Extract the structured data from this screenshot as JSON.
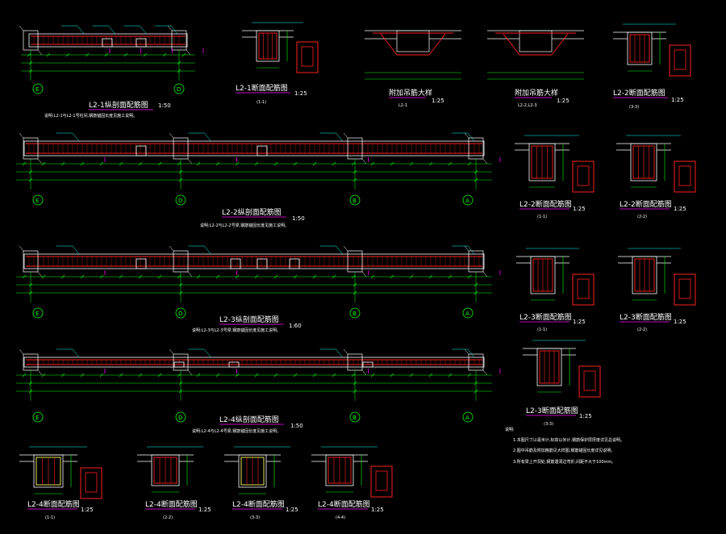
{
  "colors": {
    "background": "#000000",
    "outline": "#ffffff",
    "rebar": "#ff2020",
    "dimension": "#00ff00",
    "leader": "#00ffff",
    "accent": "#ff00ff",
    "yellow": "#ffff66"
  },
  "beams": [
    {
      "id": "L2-1",
      "title": "L2-1纵剖面配筋图",
      "scale": "1:50",
      "note": "说明:L2-1与L2-1号柱间,钢筋锚固长度见施工说明。",
      "axes": [
        "E",
        "D"
      ]
    },
    {
      "id": "L2-2",
      "title": "L2-2纵剖面配筋图",
      "scale": "1:50",
      "note": "说明:L2-2与L2-2号梁,钢筋锚固长度见施工说明。",
      "axes": [
        "E",
        "D",
        "B",
        "A"
      ]
    },
    {
      "id": "L2-3",
      "title": "L2-3纵剖面配筋图",
      "scale": "1:60",
      "note": "说明:L2-3与L2-3号梁,钢筋锚固长度见施工说明。",
      "axes": [
        "E",
        "D",
        "B",
        "A"
      ]
    },
    {
      "id": "L2-4",
      "title": "L2-4纵剖面配筋图",
      "scale": "1:50",
      "note": "说明:L2-4与L2-4号梁,钢筋锚固长度见施工说明。",
      "axes": [
        "E",
        "D",
        "B",
        "A"
      ]
    }
  ],
  "sections": [
    {
      "title": "L2-1断面配筋图",
      "sub": "(1-1)",
      "scale": "1:25"
    },
    {
      "title": "附加吊筋大样",
      "sub": "L2-1",
      "scale": "1:25"
    },
    {
      "title": "附加吊筋大样",
      "sub": "L2-2,L2-3",
      "scale": "1:25"
    },
    {
      "title": "L2-2断面配筋图",
      "sub": "(3-3)",
      "scale": "1:25"
    },
    {
      "title": "L2-2断面配筋图",
      "sub": "(1-1)",
      "scale": "1:25"
    },
    {
      "title": "L2-2断面配筋图",
      "sub": "(2-2)",
      "scale": "1:25"
    },
    {
      "title": "L2-3断面配筋图",
      "sub": "(1-1)",
      "scale": "1:25"
    },
    {
      "title": "L2-3断面配筋图",
      "sub": "(2-2)",
      "scale": "1:25"
    },
    {
      "title": "L2-3断面配筋图",
      "sub": "(3-3)",
      "scale": "1:25"
    },
    {
      "title": "L2-4断面配筋图",
      "sub": "(1-1)",
      "scale": "1:25"
    },
    {
      "title": "L2-4断面配筋图",
      "sub": "(2-2)",
      "scale": "1:25"
    },
    {
      "title": "L2-4断面配筋图",
      "sub": "(3-3)",
      "scale": "1:25"
    },
    {
      "title": "L2-4断面配筋图",
      "sub": "(4-4)",
      "scale": "1:25"
    }
  ],
  "notes": {
    "heading": "说明:",
    "items": [
      "1.本图尺寸以毫米计,标高以米计,钢筋保护层厚度详见总说明。",
      "2.图中吊筋及附加箍筋见大样图,钢筋锚固长度详见说明。",
      "3.所有梁上开洞处,钢筋遇洞边弯折,间距不大于100mm。"
    ]
  }
}
